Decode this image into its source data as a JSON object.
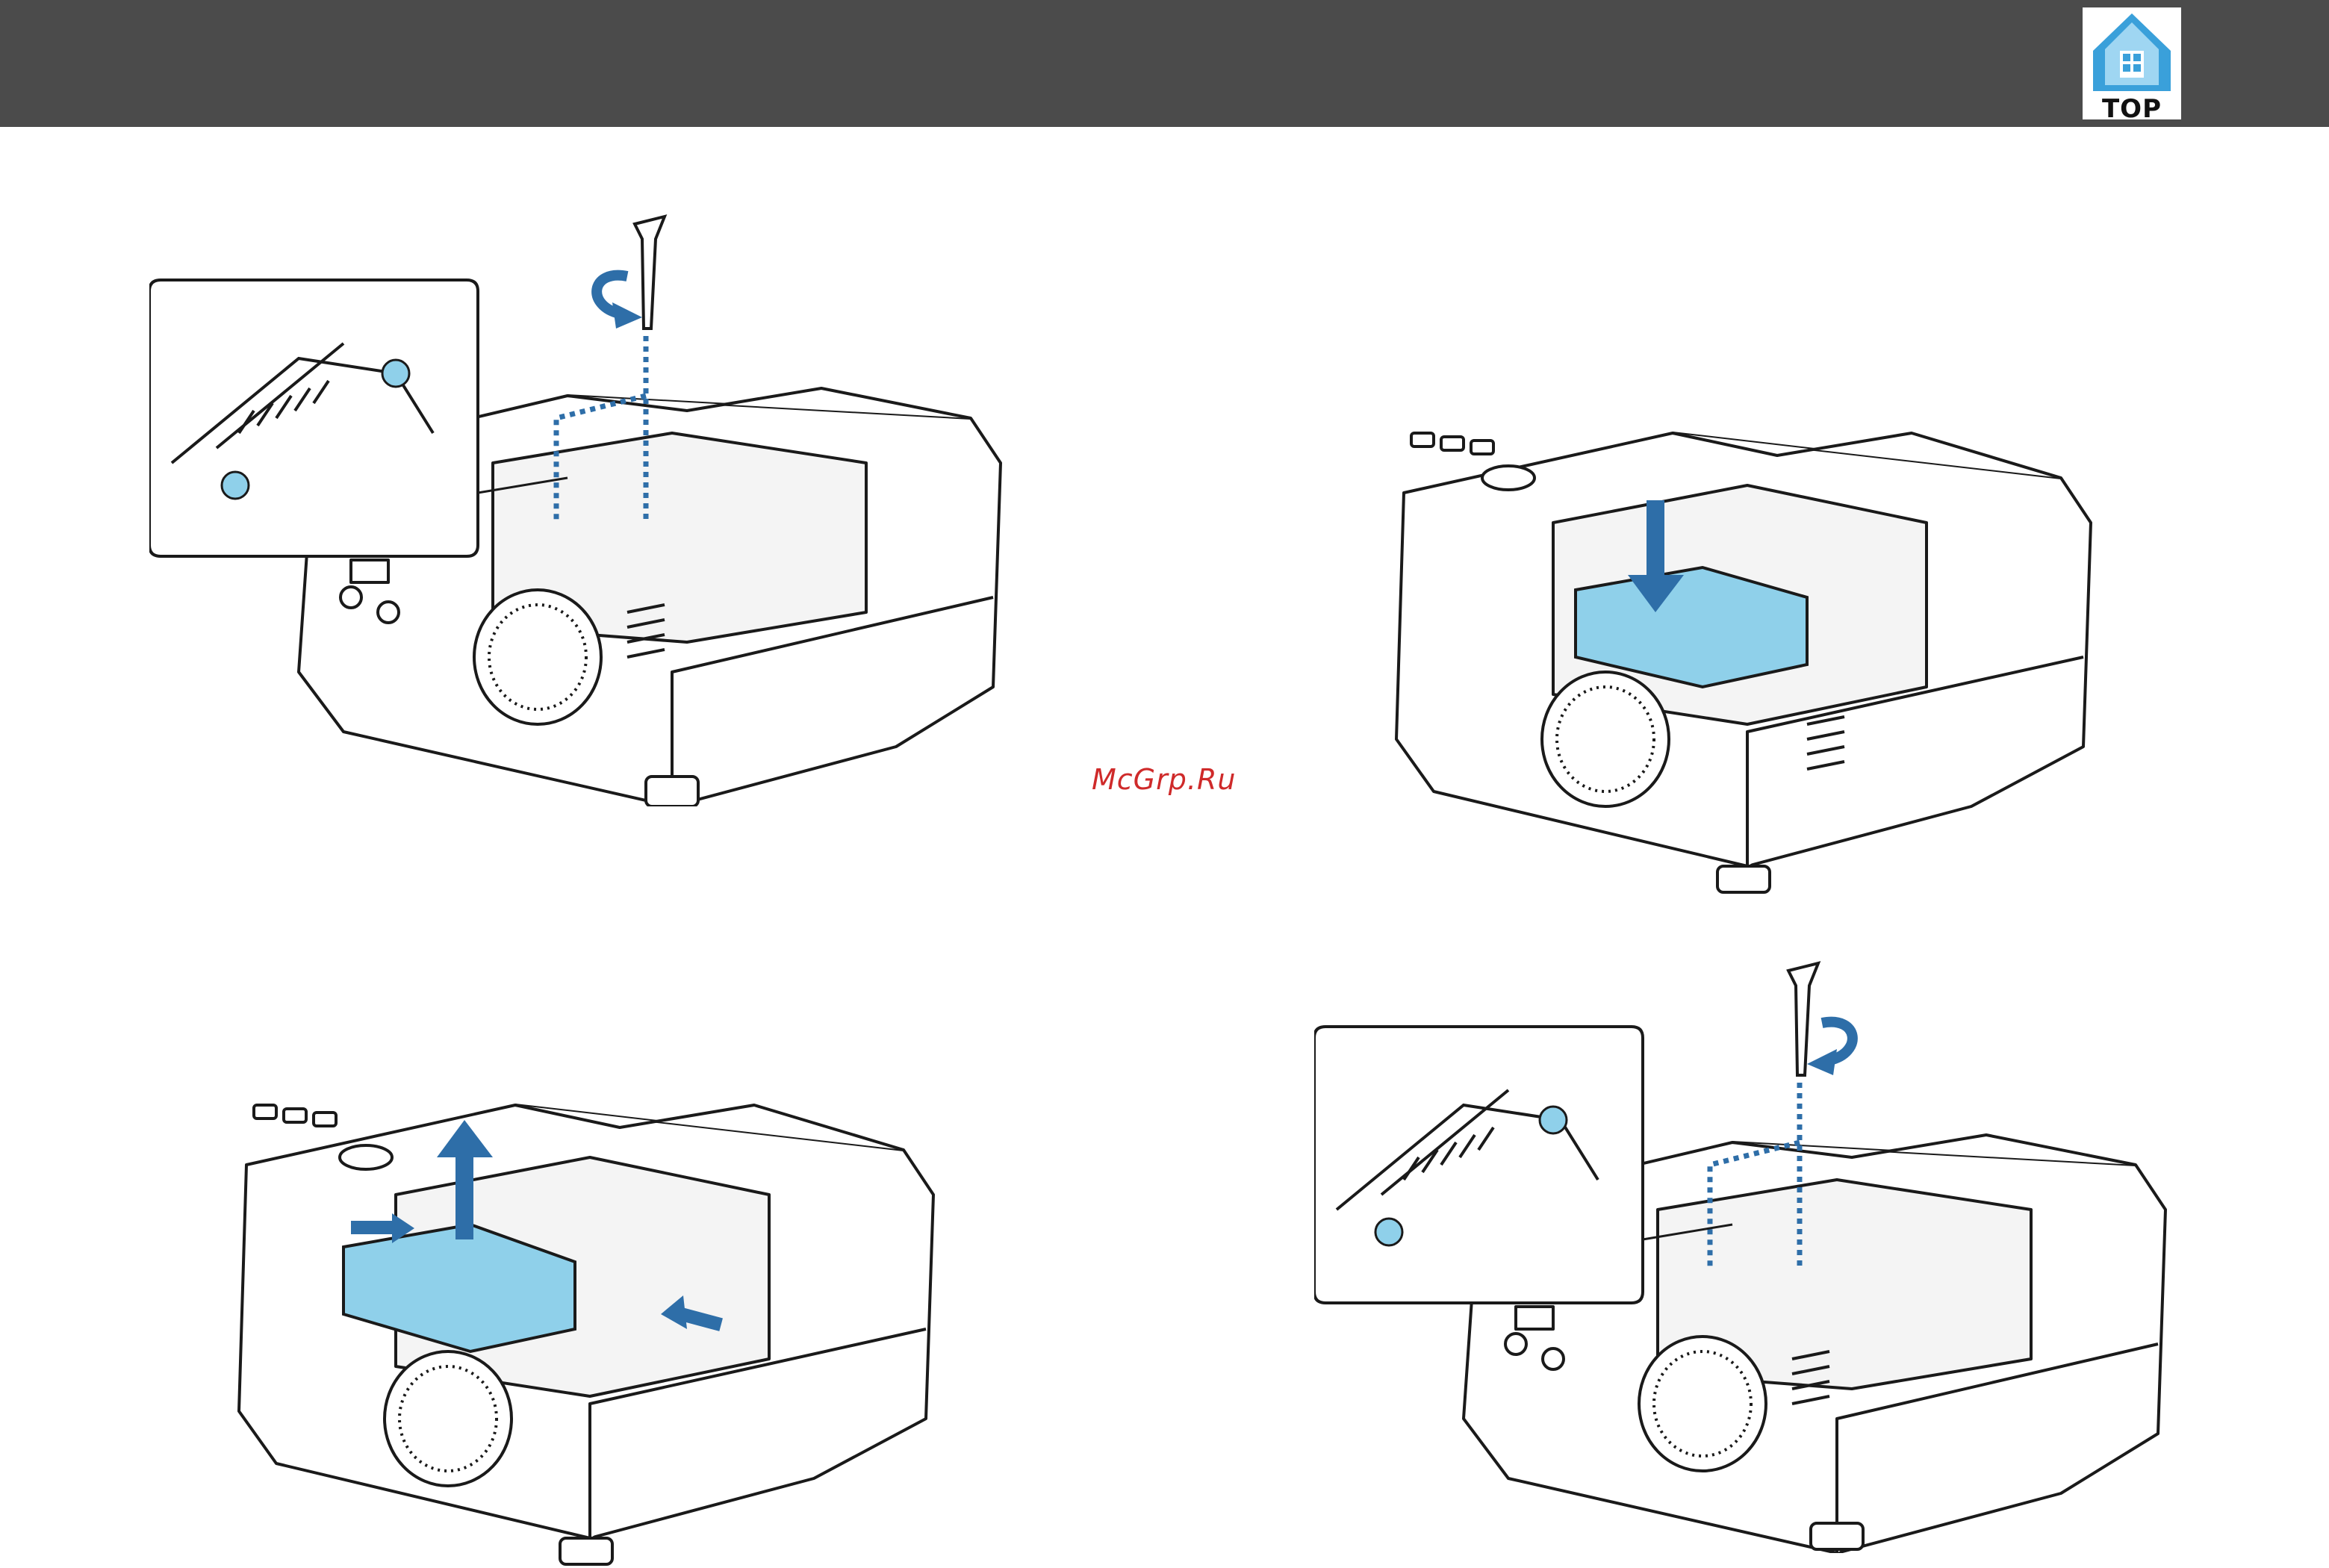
{
  "header": {
    "top_button": {
      "label": "TOP",
      "icon": "home-icon"
    }
  },
  "watermark": {
    "text": "McGrp.Ru"
  },
  "illustrations": [
    {
      "id": "step-loosen-screws",
      "icons": [
        "screwdriver-icon",
        "rotate-arrow-icon",
        "zoom-inset-screws-icon"
      ]
    },
    {
      "id": "step-insert-lamp",
      "icons": [
        "down-arrow-icon",
        "lamp-unit-icon"
      ]
    },
    {
      "id": "step-remove-lamp",
      "icons": [
        "up-arrow-icon",
        "squeeze-arrows-icon",
        "lamp-unit-icon"
      ]
    },
    {
      "id": "step-tighten-screws",
      "icons": [
        "screwdriver-icon",
        "rotate-arrow-icon",
        "zoom-inset-screws-icon"
      ]
    }
  ],
  "colors": {
    "header": "#4b4b4b",
    "accent_blue": "#2e6ea8",
    "lamp_blue": "#8fd0ea",
    "top_icon_blue": "#3aa0da",
    "watermark_red": "#cf2a2a",
    "outline": "#1a1a1a"
  }
}
